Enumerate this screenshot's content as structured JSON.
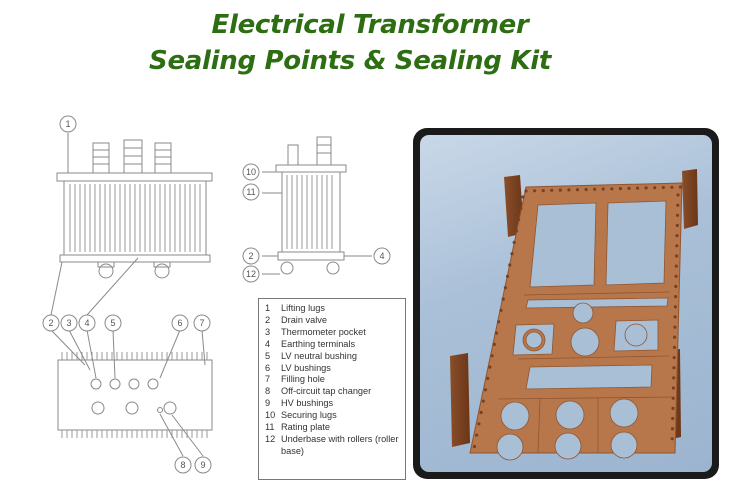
{
  "title": {
    "line1": "Electrical Transformer",
    "line2": "Sealing Points & Sealing Kit"
  },
  "callouts": [
    "1",
    "10",
    "11",
    "2",
    "4",
    "12",
    "2",
    "3",
    "4",
    "5",
    "6",
    "7",
    "8",
    "9"
  ],
  "legend": [
    {
      "num": "1",
      "text": "Lifting lugs"
    },
    {
      "num": "2",
      "text": "Drain valve"
    },
    {
      "num": "3",
      "text": "Thermometer pocket"
    },
    {
      "num": "4",
      "text": "Earthing terminals"
    },
    {
      "num": "5",
      "text": "LV neutral bushing"
    },
    {
      "num": "6",
      "text": "LV bushings"
    },
    {
      "num": "7",
      "text": "Filling hole"
    },
    {
      "num": "8",
      "text": "Off-circuit tap changer"
    },
    {
      "num": "9",
      "text": "HV bushings"
    },
    {
      "num": "10",
      "text": "Securing lugs"
    },
    {
      "num": "11",
      "text": "Rating plate"
    },
    {
      "num": "12",
      "text": "Underbase with rollers (roller base)"
    }
  ],
  "colors": {
    "title": "#2e6e12",
    "line": "#8a8a8a",
    "gasket": "#b8774a",
    "frame": "#1a1a1a",
    "background_photo": "#aac0d8"
  }
}
